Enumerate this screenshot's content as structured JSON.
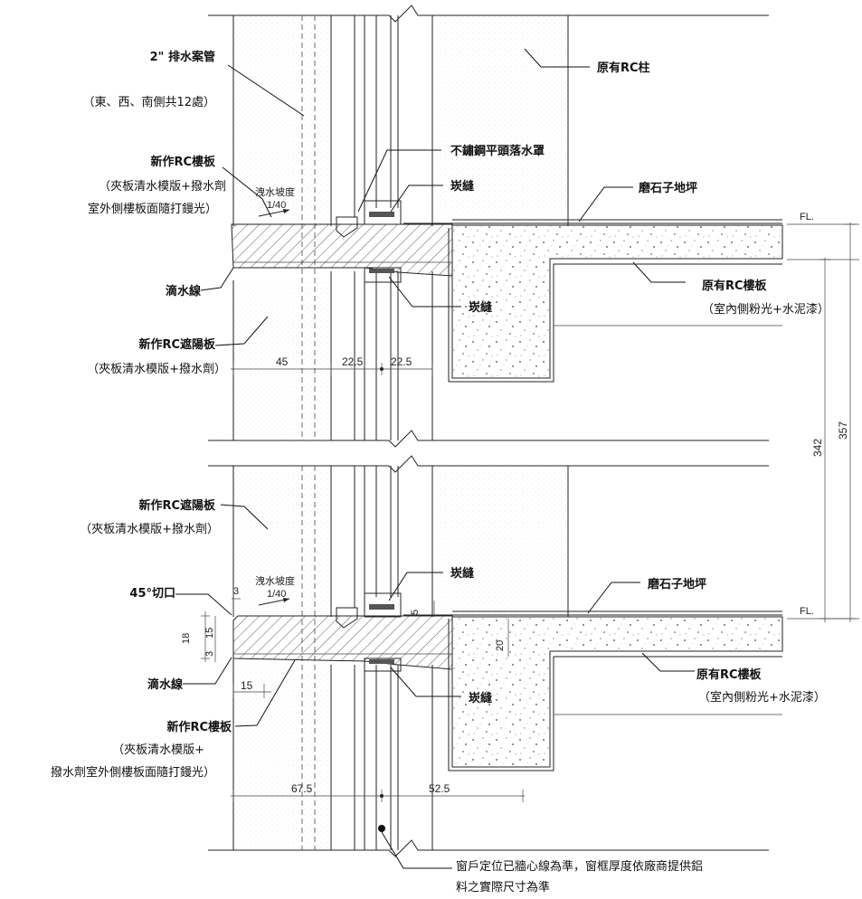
{
  "labels": {
    "pipe_1": "2\" 排水案管",
    "pipe_2": "（東、西、南側共12處）",
    "rc_column": "原有RC柱",
    "new_slab_1": "新作RC樓板",
    "new_slab_2": "（夾板清水模版+撥水劑",
    "new_slab_3": "室外側樓板面隨打鏝光）",
    "drain_cover": "不鏽鋼平頭落水罩",
    "slope_top": "洩水坡度",
    "slope_ratio_top": "1/40",
    "caulk_top": "崁縫",
    "terrazzo_top": "磨石子地坪",
    "fl_top": "FL.",
    "drip_top": "滴水線",
    "caulk_mid": "崁縫",
    "orig_slab_top_1": "原有RC樓板",
    "orig_slab_top_2": "（室內側粉光+水泥漆）",
    "sunshade_top_1": "新作RC遮陽板",
    "sunshade_top_2": "（夾板清水模版+撥水劑）",
    "sunshade_bot_1": "新作RC遮陽板",
    "sunshade_bot_2": "（夾板清水模版+撥水劑）",
    "chamfer": "45°切口",
    "slope_bot": "洩水坡度",
    "slope_ratio_bot": "1/40",
    "caulk_bot_top": "崁縫",
    "terrazzo_bot": "磨石子地坪",
    "fl_bot": "FL.",
    "drip_bot": "滴水線",
    "caulk_bot": "崁縫",
    "orig_slab_bot_1": "原有RC樓板",
    "orig_slab_bot_2": "（室內側粉光+水泥漆）",
    "new_slab_bot_1": "新作RC樓板",
    "new_slab_bot_2": "（夾板清水模版+",
    "new_slab_bot_3": "撥水劑室外側樓板面隨打鏝光）",
    "window_note_1": "窗戶定位已牆心線為準，窗框厚度依廠商提供鋁",
    "window_note_2": "料之實際尺寸為準"
  },
  "dimensions": {
    "d45": "45",
    "d225a": "22.5",
    "d225b": "22.5",
    "d342": "342",
    "d357": "357",
    "d3": "3",
    "d18": "18",
    "d15v": "15",
    "d3v": "3",
    "d5": "5",
    "d20": "20",
    "d15h": "15",
    "d675": "67.5",
    "d525": "52.5"
  }
}
